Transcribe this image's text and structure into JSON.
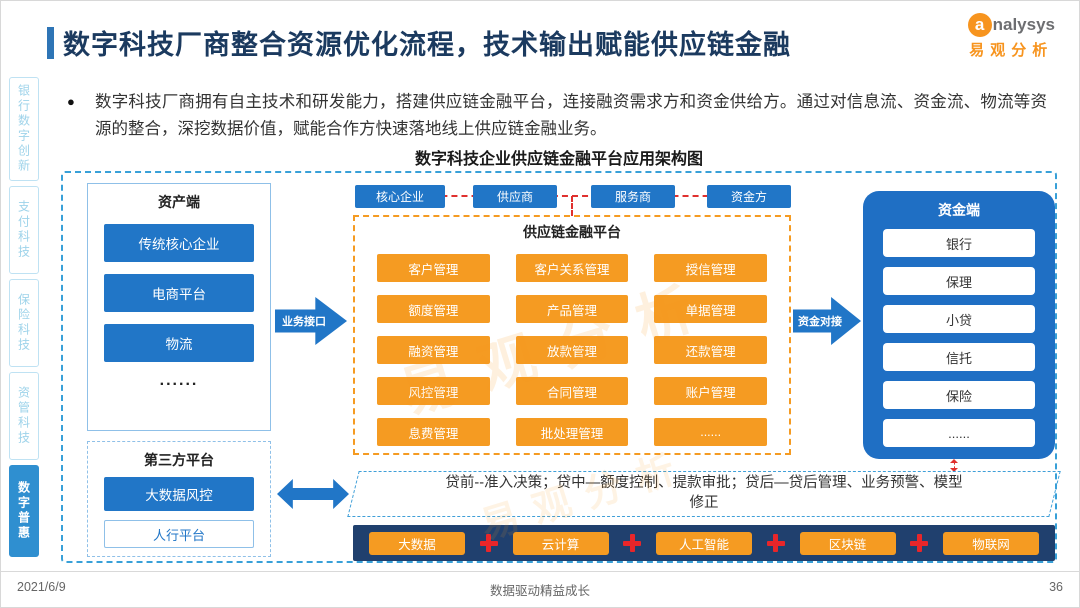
{
  "header": {
    "title": "数字科技厂商整合资源优化流程，技术输出赋能供应链金融",
    "logo": {
      "initial": "a",
      "rest": "nalysys",
      "cn": "易观分析"
    }
  },
  "intro": {
    "bullet": "●",
    "text": "数字科技厂商拥有自主技术和研发能力，搭建供应链金融平台，连接融资需求方和资金供给方。通过对信息流、资金流、物流等资源的整合，深挖数据价值，赋能合作方快速落地线上供应链金融业务。"
  },
  "sidebar": {
    "items": [
      "银行数字创新",
      "支付科技",
      "保险科技",
      "资管科技",
      "数字普惠"
    ],
    "active_index": 4
  },
  "diagram": {
    "caption": "数字科技企业供应链金融平台应用架构图",
    "asset_side": {
      "title": "资产端",
      "items": [
        "传统核心企业",
        "电商平台",
        "物流",
        "......"
      ]
    },
    "third_party": {
      "title": "第三方平台",
      "primary": "大数据风控",
      "secondary": "人行平台"
    },
    "business_arrow": "业务接口",
    "funding_arrow": "资金对接",
    "roles": [
      "核心企业",
      "供应商",
      "服务商",
      "资金方"
    ],
    "platform": {
      "title": "供应链金融平台",
      "modules": [
        "客户管理",
        "客户关系管理",
        "授信管理",
        "额度管理",
        "产品管理",
        "单据管理",
        "融资管理",
        "放款管理",
        "还款管理",
        "风控管理",
        "合同管理",
        "账户管理",
        "息费管理",
        "批处理管理",
        "......"
      ]
    },
    "funding_side": {
      "title": "资金端",
      "items": [
        "银行",
        "保理",
        "小贷",
        "信托",
        "保险",
        "......"
      ]
    },
    "loan_process": {
      "line1": "贷前--准入决策；贷中—额度控制、提款审批；贷后—贷后管理、业务预警、模型",
      "line2": "修正"
    },
    "tech": [
      "大数据",
      "云计算",
      "人工智能",
      "区块链",
      "物联网"
    ],
    "icons": {
      "separator": "red-plus"
    }
  },
  "watermark": "易观分析",
  "footer": {
    "date": "2021/6/9",
    "slogan": "数据驱动精益成长",
    "page": "36"
  }
}
